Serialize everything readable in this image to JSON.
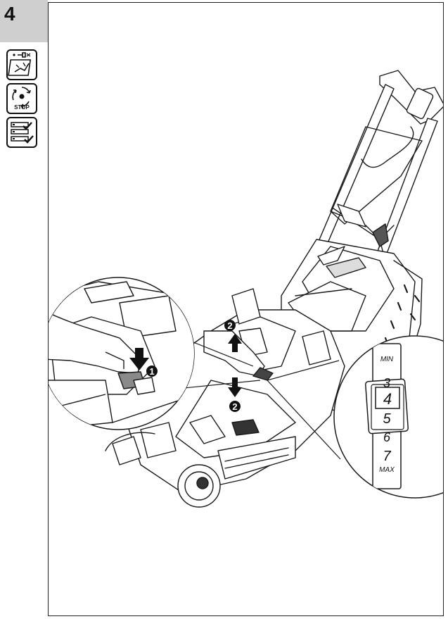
{
  "page": {
    "step_number": "4",
    "stop_label": "STOP"
  },
  "icons": [
    {
      "name": "disconnect-power-icon"
    },
    {
      "name": "stop-rotation-icon"
    },
    {
      "name": "checklist-icon"
    }
  ],
  "illustration": {
    "callouts": [
      "1",
      "2",
      "2"
    ],
    "height_scale": {
      "min_label": "MIN",
      "visible_positions": [
        "3",
        "4",
        "5",
        "6",
        "7"
      ],
      "selected": "4",
      "max_label": "MAX"
    }
  }
}
